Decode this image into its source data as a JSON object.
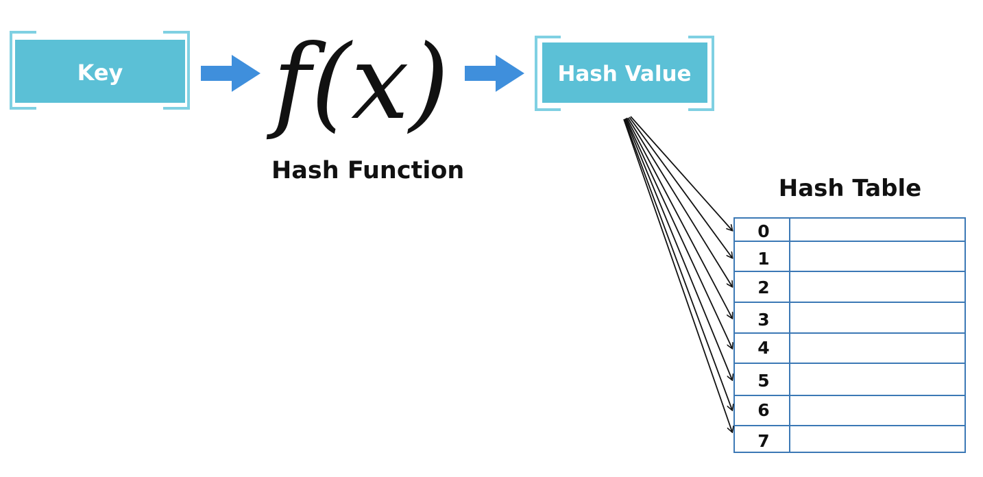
{
  "key_box": {
    "label": "Key"
  },
  "hash_function": {
    "symbol": "f(x)",
    "label": "Hash Function"
  },
  "hash_value_box": {
    "label": "Hash Value"
  },
  "hash_table": {
    "title": "Hash Table",
    "indices": [
      "0",
      "1",
      "2",
      "3",
      "4",
      "5",
      "6",
      "7"
    ]
  },
  "colors": {
    "box_fill": "#5bc0d6",
    "bracket": "#7fd0e2",
    "flow_arrow": "#3f8fdc",
    "table_border": "#3b78b5",
    "pointer_arrow": "#111111"
  }
}
